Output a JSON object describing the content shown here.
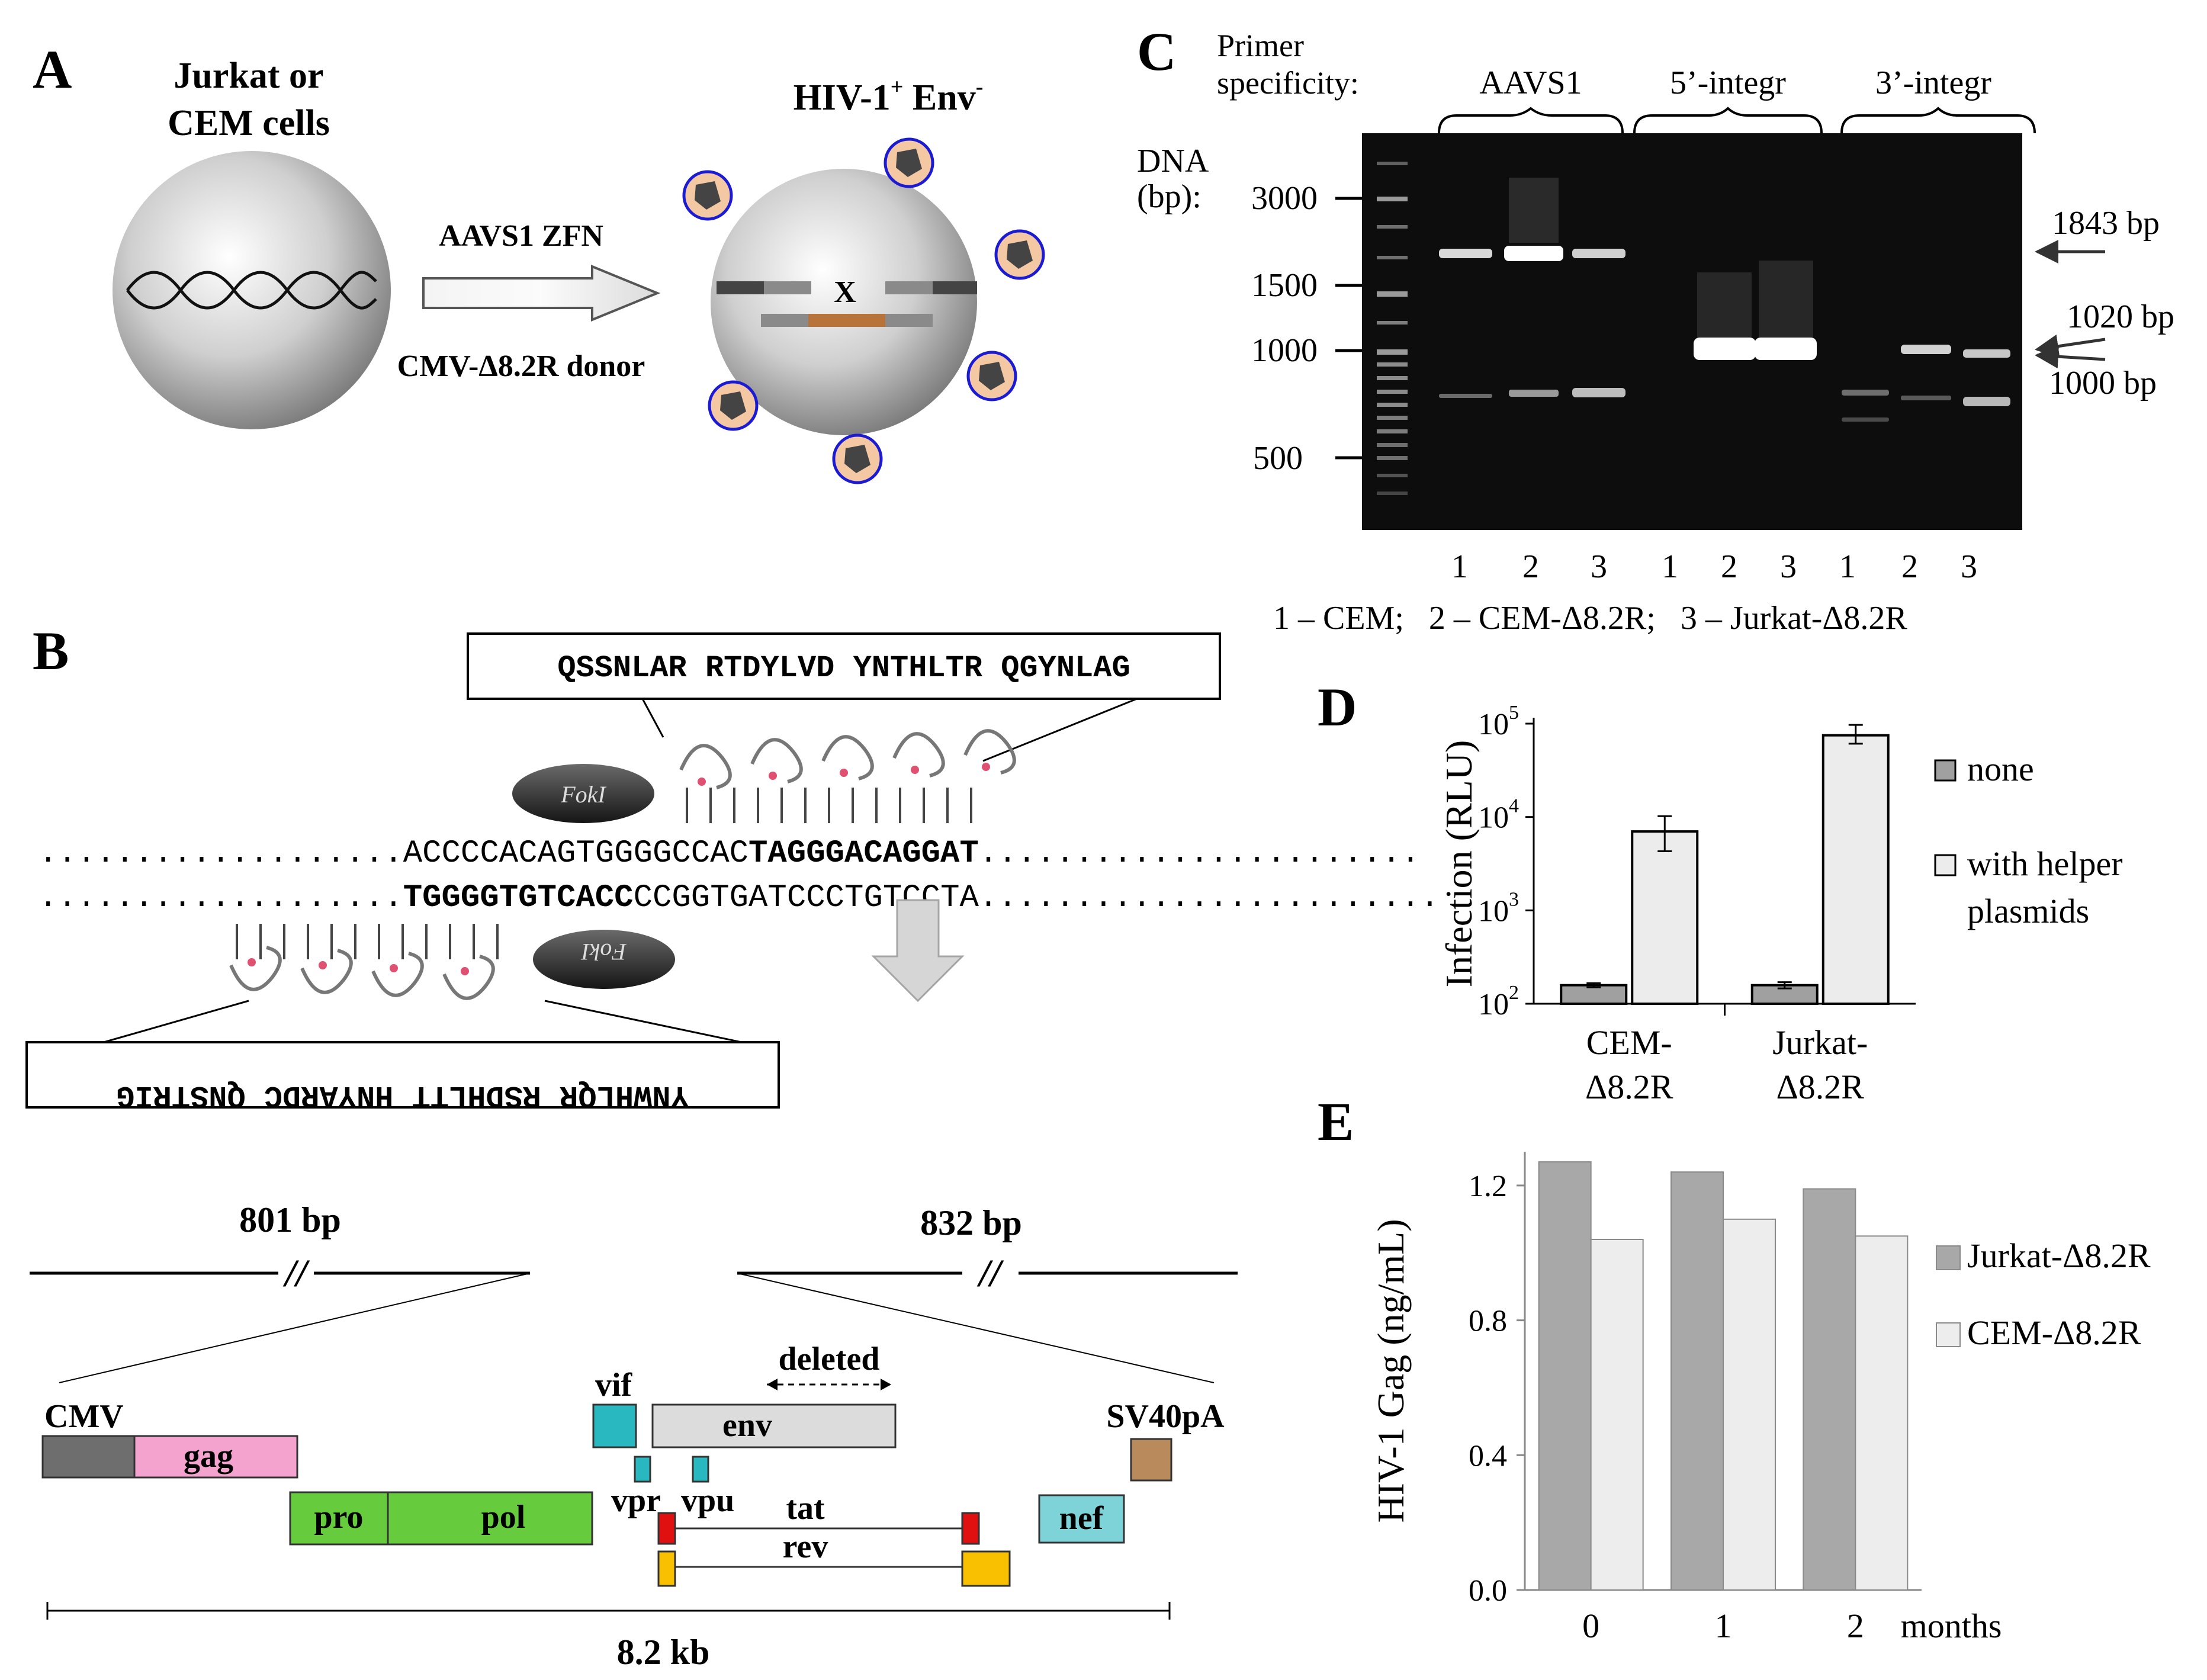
{
  "panelA": {
    "letter": "A",
    "cell_label_1": "Jurkat or",
    "cell_label_2": "CEM cells",
    "hiv_label": "HIV-1",
    "hiv_sup": "+",
    "env_label": " Env",
    "env_sup": "-",
    "arrow_top": "AAVS1 ZFN",
    "arrow_bottom": "CMV-Δ8.2R donor",
    "x_mark": "X"
  },
  "panelB": {
    "letter": "B",
    "top_protein": "QSSNLAR RTDYLVD YNTHLTR QGYNLAG",
    "bottom_protein": "YNWHLQR RSDHLTT HNYARDC QNSTRIG",
    "fok_label": "FokI",
    "seq_top_dots_left": "...................",
    "seq_top_normal": "ACCCCACAGTGGGGCCAC",
    "seq_top_bold": "TAGGGACAGGAT",
    "seq_top_dots_right": ".......................",
    "seq_bot_dots_left": "...................",
    "seq_bot_bold": "TGGGGTGTCACC",
    "seq_bot_normal": "CCGGTGATCCCTGTCCTA",
    "seq_bot_dots_right": "........................",
    "left_arm": "801 bp",
    "right_arm": "832 bp",
    "break_mark": "//",
    "deleted_label": "deleted",
    "genes": {
      "cmv": "CMV",
      "gag": "gag",
      "pro": "pro",
      "pol": "pol",
      "vif": "vif",
      "vpr": "vpr",
      "vpu": "vpu",
      "env": "env",
      "tat": "tat",
      "rev": "rev",
      "nef": "nef",
      "sv40": "SV40pA"
    },
    "scale_label": "8.2 kb",
    "colors": {
      "cmv": "#6e6e6e",
      "gag": "#f4a3cf",
      "pro_pol": "#66cc3e",
      "vif_vpr_vpu": "#29b8c0",
      "env": "#dcdcdc",
      "tat_exon": "#e01010",
      "rev_exon": "#f8c000",
      "nef": "#7dd3d8",
      "sv40": "#b98b5c"
    }
  },
  "panelC": {
    "letter": "C",
    "primer_label_1": "Primer",
    "primer_label_2": "specificity:",
    "groups": [
      "AAVS1",
      "5’-integr",
      "3’-integr"
    ],
    "dna_label_1": "DNA",
    "dna_label_2": "(bp):",
    "ladder_marks": [
      "3000",
      "1500",
      "1000",
      "500"
    ],
    "size_labels": [
      "1843 bp",
      "1020 bp",
      "1000 bp"
    ],
    "lane_numbers": [
      "1",
      "2",
      "3",
      "1",
      "2",
      "3",
      "1",
      "2",
      "3"
    ],
    "legend": "1 – CEM;   2 – CEM-Δ8.2R;   3 – Jurkat-Δ8.2R"
  },
  "chart_data": [
    {
      "panel": "D",
      "type": "bar",
      "scale": "log",
      "ylabel": "Infection (RLU)",
      "ylim": [
        100,
        100000
      ],
      "y_ticks": [
        {
          "base": "10",
          "exp": "2"
        },
        {
          "base": "10",
          "exp": "3"
        },
        {
          "base": "10",
          "exp": "4"
        },
        {
          "base": "10",
          "exp": "5"
        }
      ],
      "categories": [
        [
          "CEM-",
          "Δ8.2R"
        ],
        [
          "Jurkat-",
          "Δ8.2R"
        ]
      ],
      "series": [
        {
          "name": "none",
          "color": "#a0a0a0",
          "values": [
            158,
            158
          ],
          "errors": [
            8,
            12
          ]
        },
        {
          "name": "with helper plasmids",
          "color": "#ececec",
          "values": [
            7000,
            75000
          ],
          "errors_up": [
            10200,
            97000
          ],
          "errors_down": [
            4300,
            61000
          ]
        }
      ],
      "legend_lines": [
        [
          "none"
        ],
        [
          "with helper",
          "plasmids"
        ]
      ]
    },
    {
      "panel": "E",
      "type": "bar",
      "ylabel": "HIV-1 Gag (ng/mL)",
      "xlabel": "months",
      "categories": [
        "0",
        "1",
        "2"
      ],
      "y_ticks": [
        "0.0",
        "0.4",
        "0.8",
        "1.2"
      ],
      "ylim": [
        0,
        1.3
      ],
      "series": [
        {
          "name": "Jurkat-Δ8.2R",
          "color": "#a8a8a8",
          "values": [
            1.27,
            1.24,
            1.19
          ]
        },
        {
          "name": "CEM-Δ8.2R",
          "color": "#ededed",
          "values": [
            1.04,
            1.1,
            1.05
          ]
        }
      ]
    }
  ]
}
